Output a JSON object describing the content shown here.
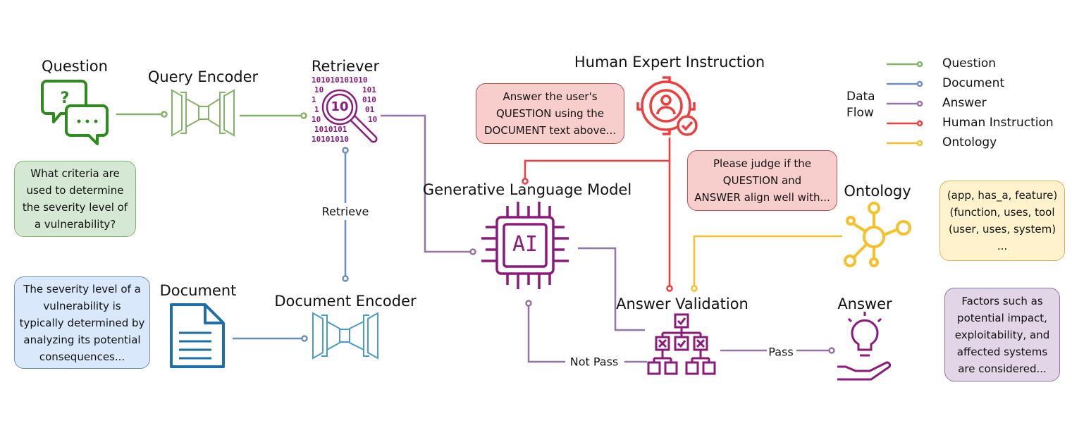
{
  "nodes": {
    "question": "Question",
    "query_encoder": "Query Encoder",
    "retriever": "Retriever",
    "document": "Document",
    "document_encoder": "Document Encoder",
    "human_expert": "Human Expert Instruction",
    "glm": "Generative Language Model",
    "ontology": "Ontology",
    "answer_validation": "Answer Validation",
    "answer": "Answer"
  },
  "edge_labels": {
    "retrieve": "Retrieve",
    "not_pass": "Not Pass",
    "pass": "Pass"
  },
  "retriever_bits": [
    "101010101010",
    "10",
    "101",
    "1",
    "010",
    "1",
    "01",
    "10",
    "10",
    "1010101",
    "10101010"
  ],
  "icon_text": {
    "chip": "AI",
    "magnifier": "10"
  },
  "boxes": {
    "question_text": [
      "What criteria are",
      "used to determine",
      "the severity level of",
      "a vulnerability?"
    ],
    "document_text": [
      "The severity level of a",
      "vulnerability is",
      "typically determined by",
      "analyzing its potential",
      "consequences..."
    ],
    "instruction_1": [
      "Answer the user's",
      "QUESTION using the",
      "DOCUMENT text above..."
    ],
    "instruction_2": [
      "Please judge if the",
      "QUESTION and",
      "ANSWER align well with..."
    ],
    "ontology_text": [
      "(app, has_a, feature)",
      "(function, uses, tool",
      "(user, uses, system)",
      "..."
    ],
    "answer_text": [
      "Factors such as",
      "potential impact,",
      "exploitability, and",
      "affected systems",
      "are considered..."
    ]
  },
  "legend": {
    "title": [
      "Data",
      "Flow"
    ],
    "items": [
      {
        "label": "Question",
        "color": "#82b366"
      },
      {
        "label": "Document",
        "color": "#6c8ebf"
      },
      {
        "label": "Answer",
        "color": "#9673a6"
      },
      {
        "label": "Human Instruction",
        "color": "#f03c3c"
      },
      {
        "label": "Ontology",
        "color": "#f5c02a"
      }
    ]
  }
}
